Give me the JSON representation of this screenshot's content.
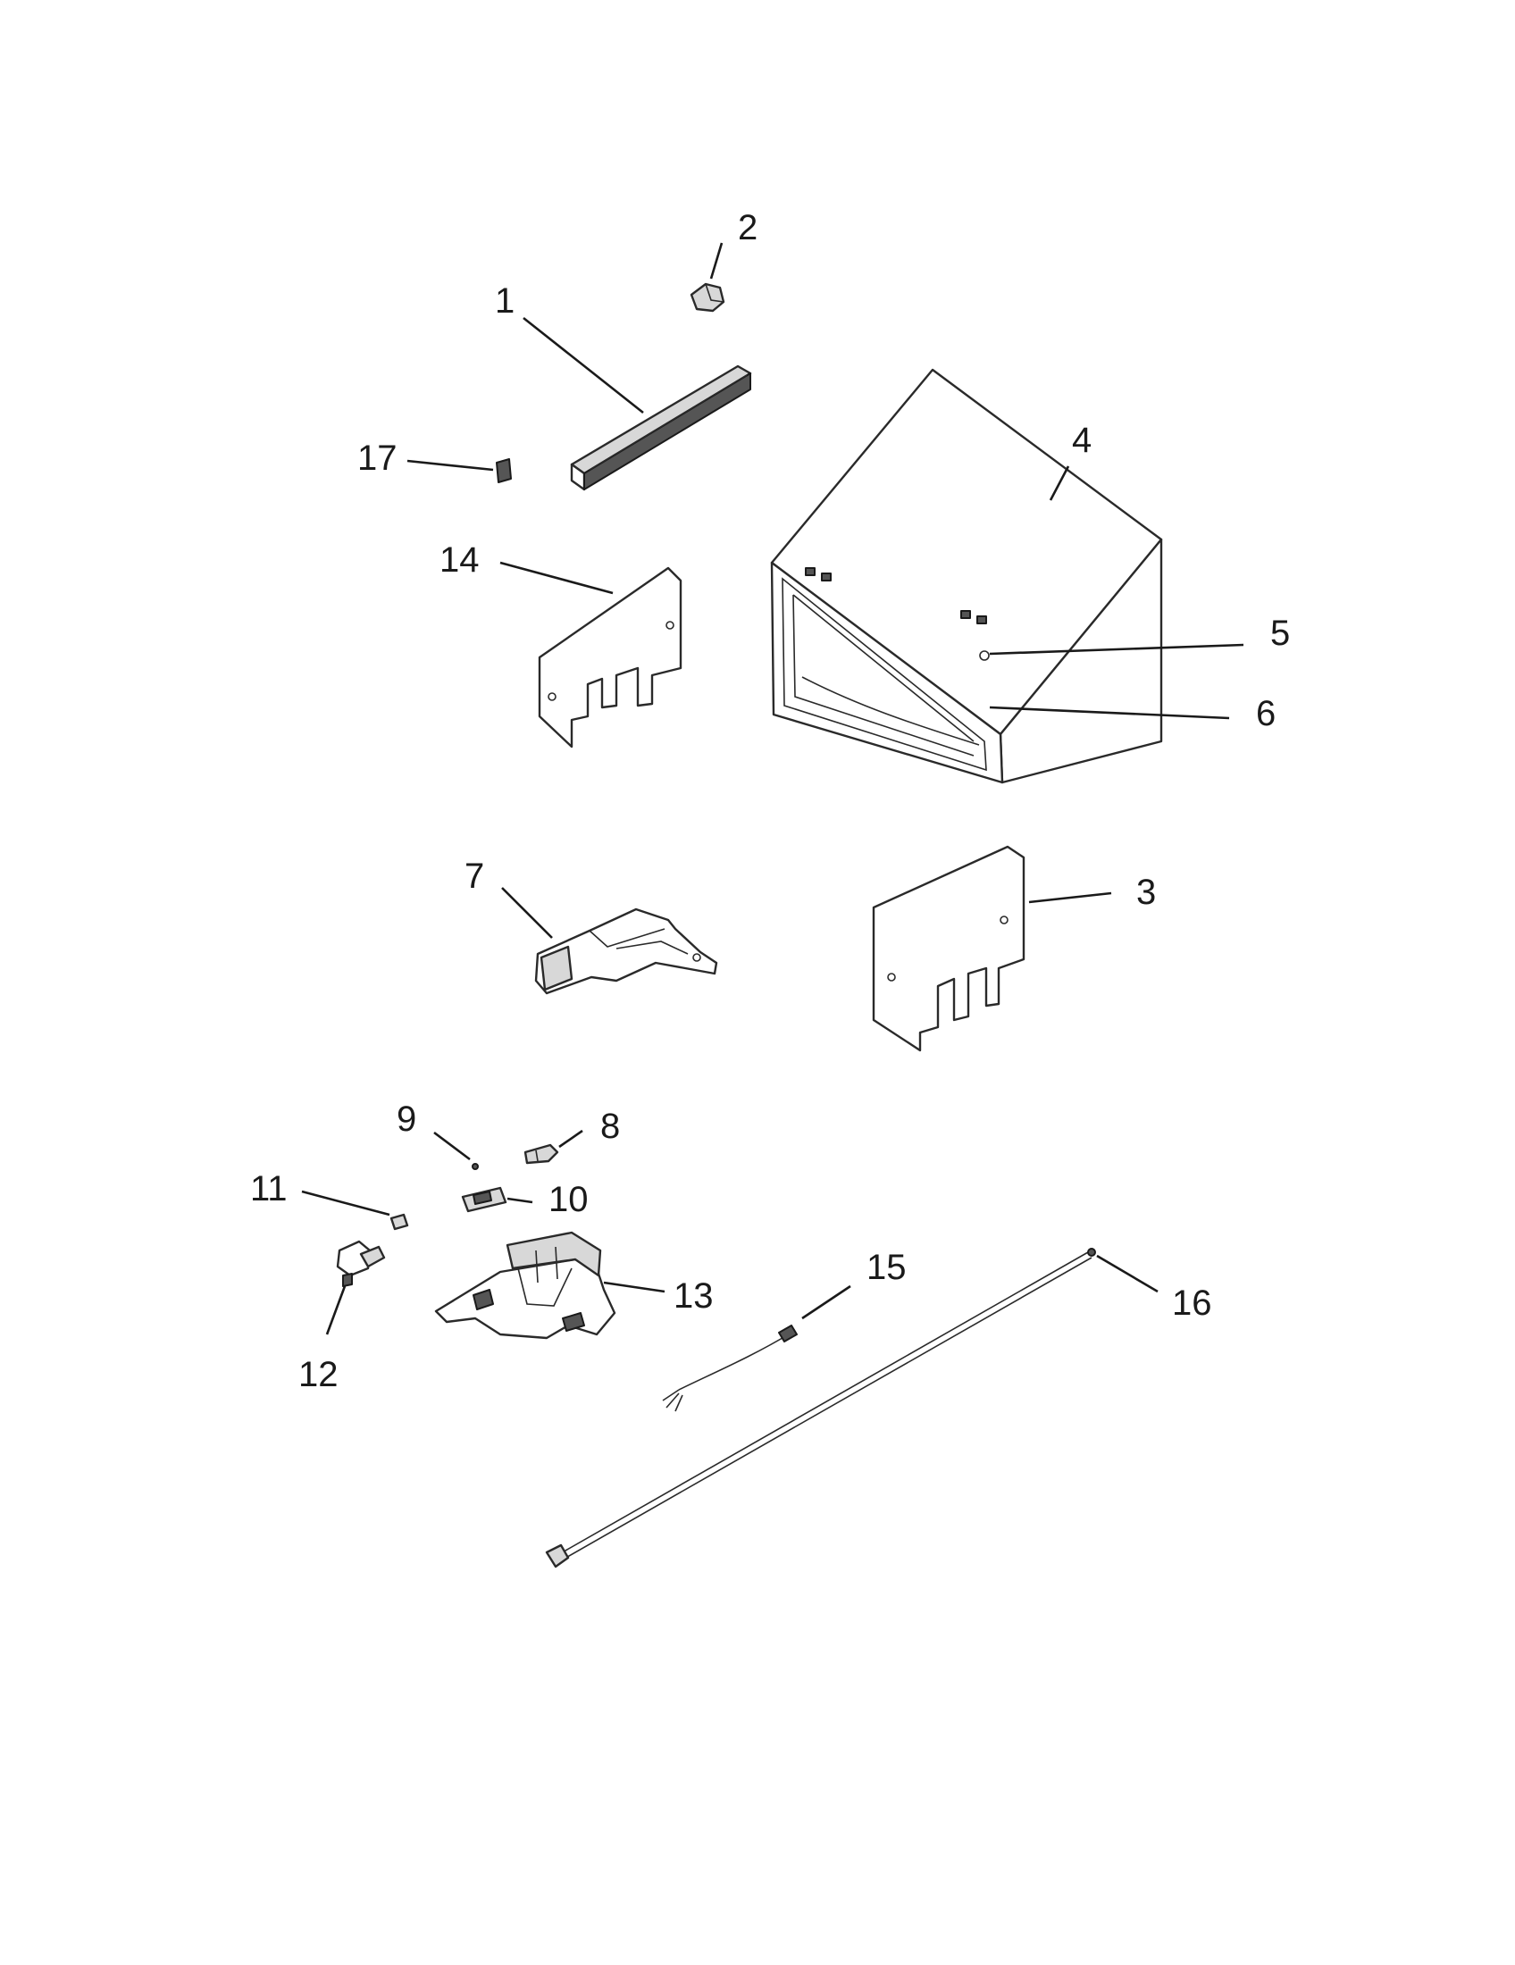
{
  "callouts": {
    "c1": "1",
    "c2": "2",
    "c3": "3",
    "c4": "4",
    "c5": "5",
    "c6": "6",
    "c7": "7",
    "c8": "8",
    "c9": "9",
    "c10": "10",
    "c11": "11",
    "c12": "12",
    "c13": "13",
    "c14": "14",
    "c15": "15",
    "c16": "16",
    "c17": "17"
  },
  "colors": {
    "ink": "#1a1a1a",
    "paper": "#ffffff",
    "shade": "#d8d8d8"
  }
}
